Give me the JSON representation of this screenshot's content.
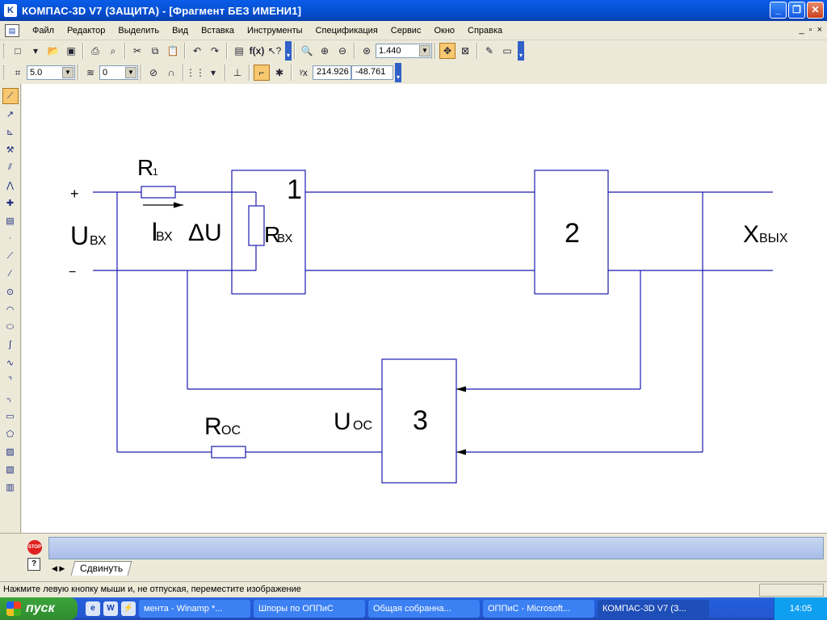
{
  "window": {
    "title": "КОМПАС-3D V7 (ЗАЩИТА) - [Фрагмент БЕЗ ИМЕНИ1]",
    "minimize": "_",
    "restore": "❐",
    "close": "✕"
  },
  "menu": {
    "items": [
      "Файл",
      "Редактор",
      "Выделить",
      "Вид",
      "Вставка",
      "Инструменты",
      "Спецификация",
      "Сервис",
      "Окно",
      "Справка"
    ]
  },
  "toolbar1": {
    "zoom_value": "1.440"
  },
  "toolbar2": {
    "step_value": "5.0",
    "layer_value": "0",
    "coord_x": "214.926",
    "coord_y": "-48.761"
  },
  "diagram": {
    "label_r1": "R",
    "label_r1_sub": "1",
    "label_plus": "+",
    "label_minus": "−",
    "label_uvx": "U",
    "label_uvx_sub": "ВХ",
    "label_ivx": "I",
    "label_ivx_sub": "ВХ",
    "label_du": "ΔU",
    "label_rvx": "R",
    "label_rvx_sub": "ВХ",
    "label_block1": "1",
    "label_block2": "2",
    "label_block3": "3",
    "label_xvyx": "X",
    "label_xvyx_sub": "ВЫХ",
    "label_roc": "R",
    "label_roc_sub": "ОС",
    "label_uoc": "U",
    "label_uoc_sub": "ОС"
  },
  "property_panel": {
    "tab_label": "Сдвинуть",
    "stop_label": "STOP",
    "help_label": "?"
  },
  "status": {
    "text": "Нажмите левую кнопку мыши и, не отпуская, переместите изображение"
  },
  "taskbar": {
    "start_label": "пуск",
    "tasks": [
      "мента - Winamp *...",
      "Шпоры по ОППиС",
      "Общая собранна...",
      "ОППиС - Microsoft...",
      "КОМПАС-3D V7 (З..."
    ],
    "clock": "14:05"
  },
  "colors": {
    "titlebar": "#0653d8",
    "line": "#1a1ab0",
    "canvas": "#ffffff"
  }
}
